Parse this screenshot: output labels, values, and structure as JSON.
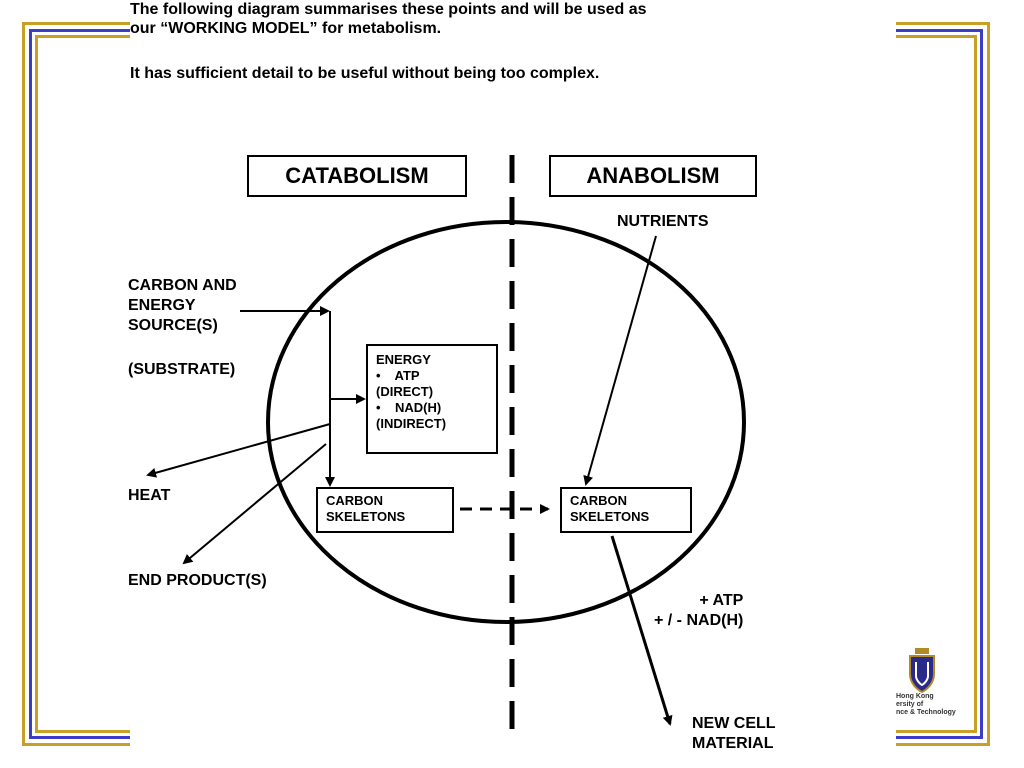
{
  "intro": {
    "line1": "The following diagram summarises these points and will be used as",
    "line2": "our “WORKING MODEL” for metabolism.",
    "line3": "It has sufficient detail to be useful without being too complex."
  },
  "diagram": {
    "catabolism_title": "CATABOLISM",
    "anabolism_title": "ANABOLISM",
    "nutrients": "NUTRIENTS",
    "carbon_source": "CARBON AND\nENERGY\nSOURCE(S)",
    "substrate": "(SUBSTRATE)",
    "heat": "HEAT",
    "end_products": "END PRODUCT(S)",
    "energy_box": "ENERGY\n•    ATP\n(DIRECT)\n•    NAD(H)\n(INDIRECT)",
    "carbon_skeletons_left": "CARBON\nSKELETONS",
    "carbon_skeletons_right": "CARBON\nSKELETONS",
    "atp_nad": "+ ATP\n+ / - NAD(H)",
    "new_cell_material": "NEW CELL\nMATERIAL"
  },
  "logo": {
    "text": "Hong Kong\nersity of\nnce & Technology"
  },
  "colors": {
    "border_gold": "#c8a028",
    "border_blue": "#3c3cc8"
  }
}
